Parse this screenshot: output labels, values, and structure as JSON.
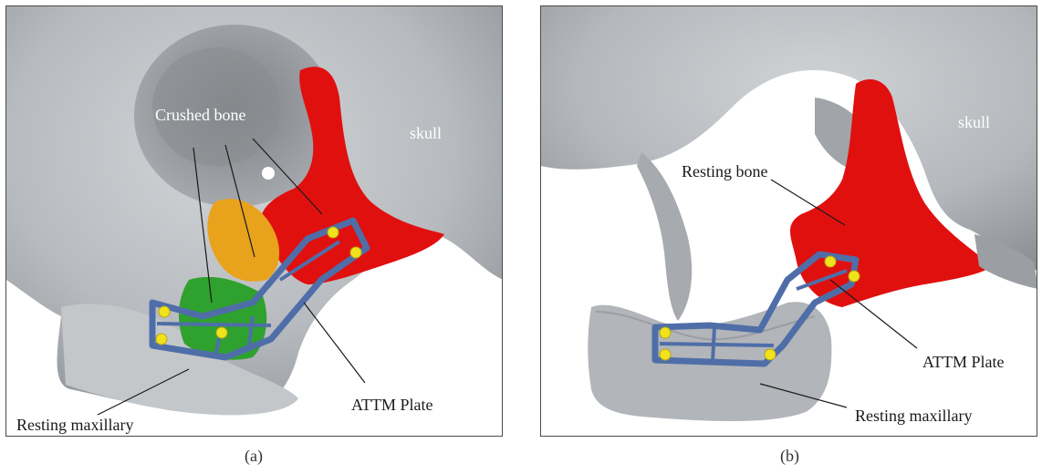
{
  "panels": [
    {
      "caption": "(a)",
      "labels": {
        "crushed_bone": "Crushed bone",
        "skull": "skull",
        "attm_plate": "ATTM Plate",
        "resting_maxillary": "Resting maxillary"
      }
    },
    {
      "caption": "(b)",
      "labels": {
        "skull": "skull",
        "resting_bone": "Resting bone",
        "attm_plate": "ATTM Plate",
        "resting_maxillary": "Resting maxillary"
      }
    }
  ],
  "colors": {
    "bone": "#b9bcc0",
    "bone_shadow": "#8f9397",
    "resting_bone": "#e0100f",
    "crushed_bone_orange": "#e9a21c",
    "crushed_bone_green": "#2fa12e",
    "plate": "#4f6ea8",
    "screw": "#f0e21c"
  }
}
